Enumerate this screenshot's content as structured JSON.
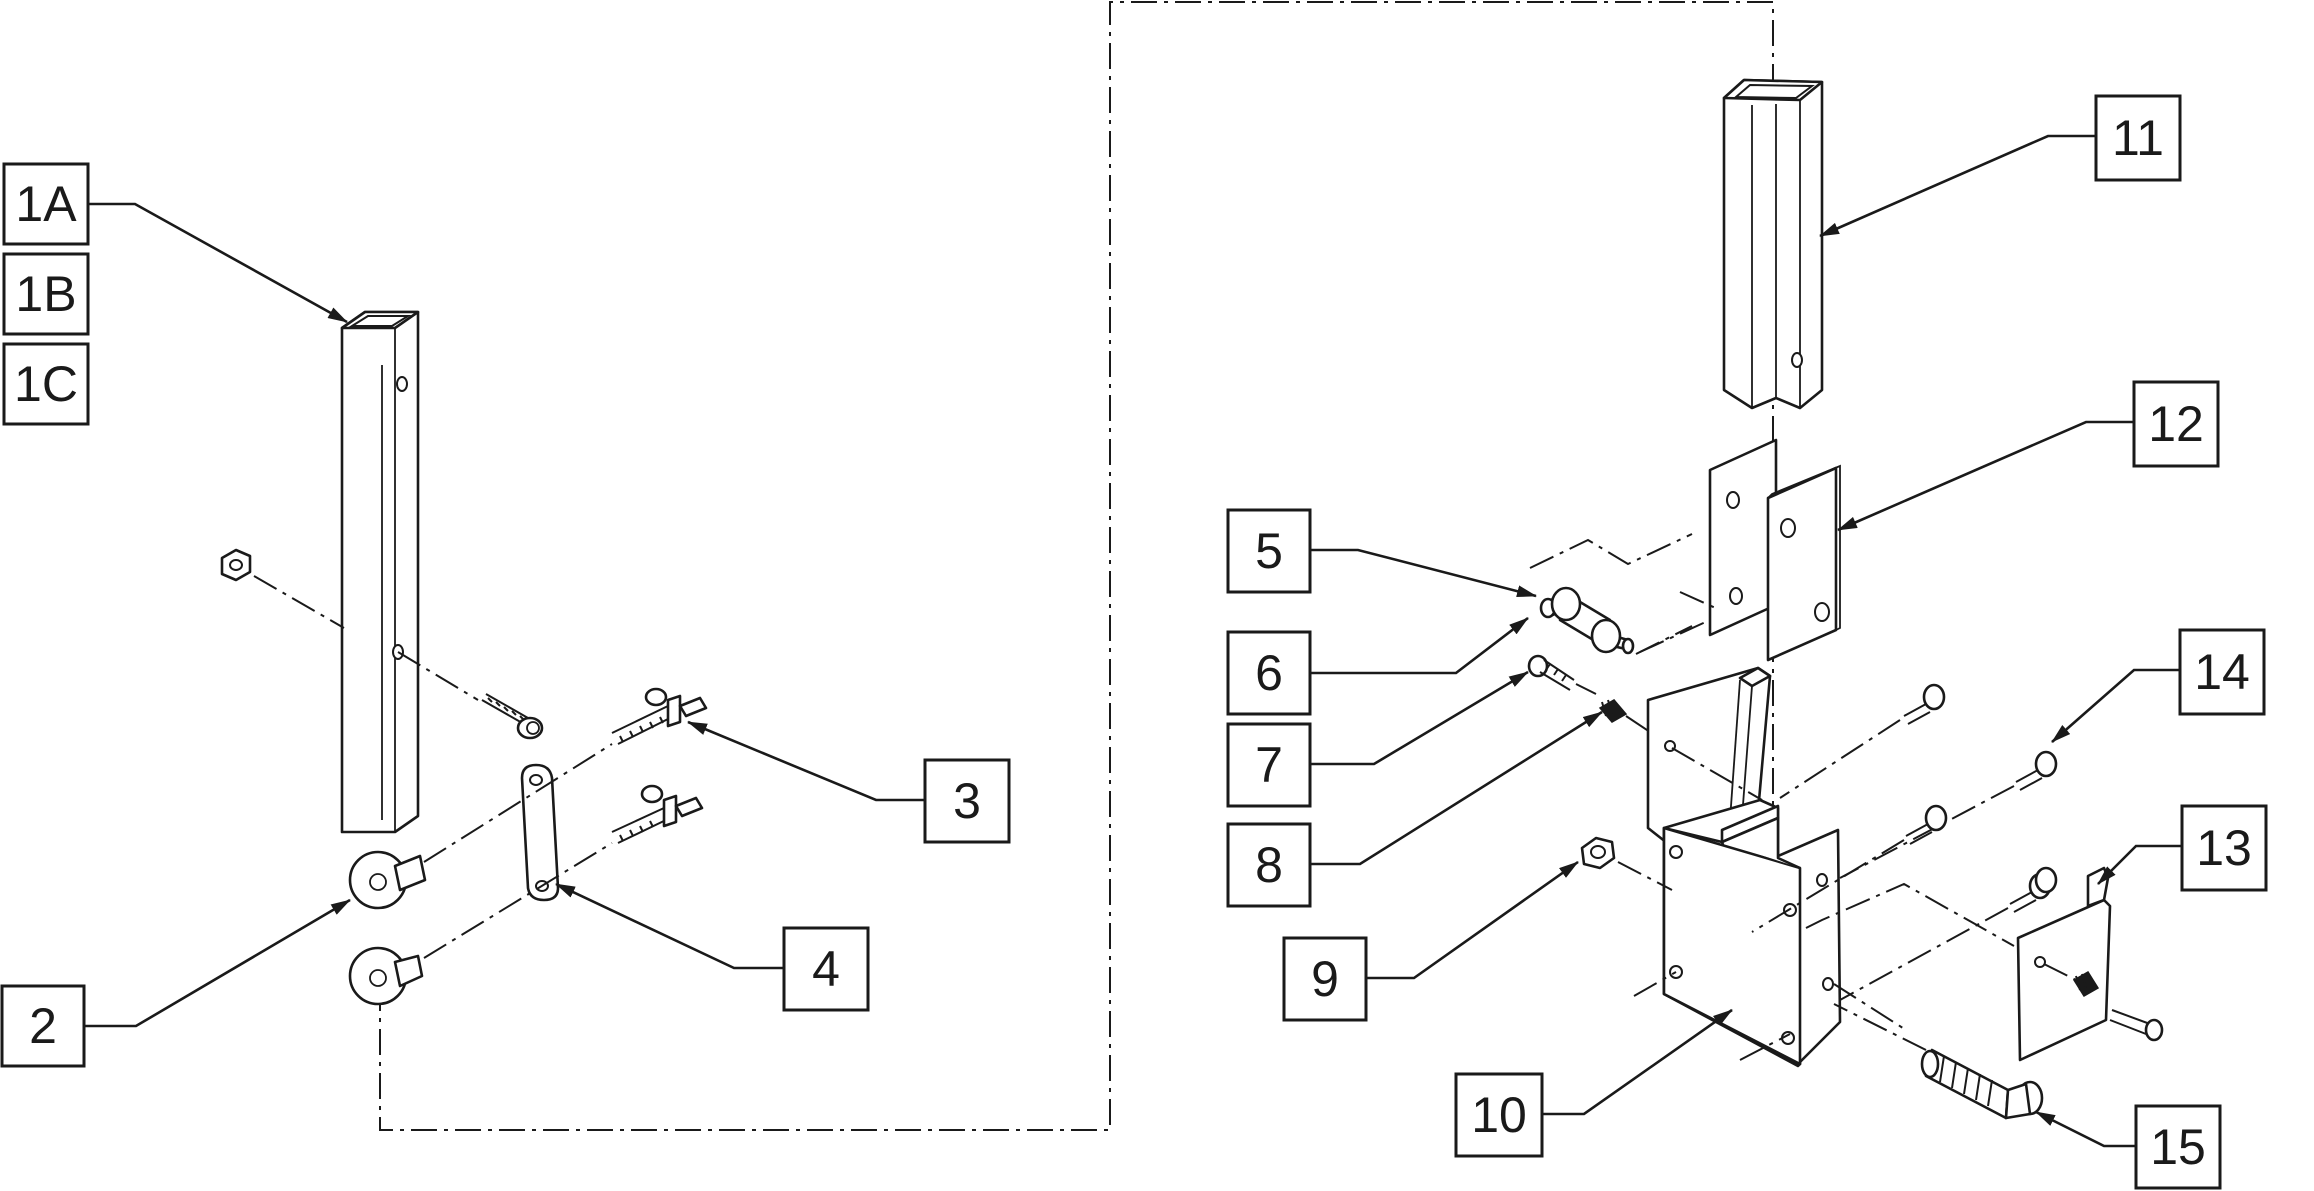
{
  "labels": {
    "1A": "1A",
    "1B": "1B",
    "1C": "1C",
    "2": "2",
    "3": "3",
    "4": "4",
    "5": "5",
    "6": "6",
    "7": "7",
    "8": "8",
    "9": "9",
    "10": "10",
    "11": "11",
    "12": "12",
    "13": "13",
    "14": "14",
    "15": "15"
  },
  "colors": {
    "line": "#1a1a1a",
    "background": "#ffffff"
  }
}
